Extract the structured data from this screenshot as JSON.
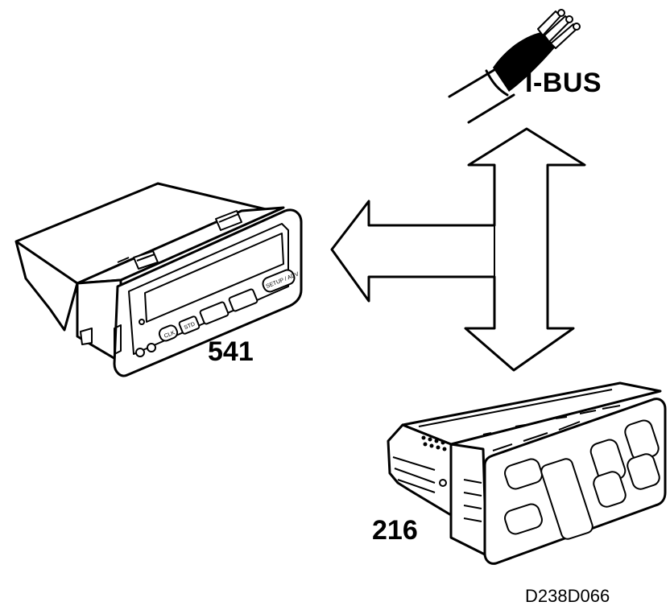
{
  "labels": {
    "bus": "I-BUS",
    "unit_left": "541",
    "unit_right": "216",
    "figure_code": "D238D066"
  },
  "unit_left_buttons": {
    "clk": "CLK",
    "std": "STD",
    "settings": "SETUP / ADV"
  },
  "colors": {
    "line": "#000000",
    "background": "#ffffff"
  }
}
